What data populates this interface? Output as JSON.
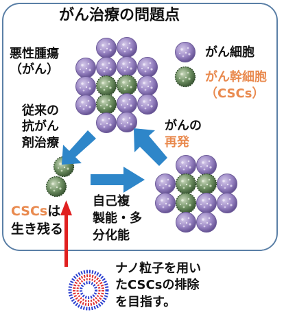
{
  "title": "がん治療の問題点",
  "tumor_label": {
    "line1": "悪性腫瘍",
    "line2": "（がん）"
  },
  "legend": {
    "cancer_cell": "がん細胞",
    "csc_line1": "がん幹細胞",
    "csc_line2": "（CSCs）"
  },
  "traditional_therapy": {
    "line1": "従来の",
    "line2": "抗がん",
    "line3": "剤治療"
  },
  "recurrence": {
    "line1": "がんの",
    "line2": "再発"
  },
  "self_renewal": {
    "line1": "自己複",
    "line2": "製能・多",
    "line3": "分化能"
  },
  "csc_survive": {
    "highlight": "CSCs",
    "rest": "は",
    "line2": "生き残る"
  },
  "nanoparticle": {
    "line1": "ナノ粒子を用い",
    "line2_pre": "た",
    "line2_bold": "CSCs",
    "line2_post": "の排除",
    "line3": "を目指す。"
  },
  "colors": {
    "panel_border": "#5a7fa6",
    "arrow_blue": "#2e86c9",
    "arrow_red": "#e02020",
    "cancer_cell": "#9a86c4",
    "csc_cell": "#6e8f62",
    "orange_text": "#e98a4f",
    "nano_outer": "#2b3fd0",
    "nano_inner": "#e03030"
  },
  "icons": [
    "cancer-cell-icon",
    "csc-icon",
    "nanoparticle-icon",
    "blue-arrow",
    "red-arrow"
  ]
}
